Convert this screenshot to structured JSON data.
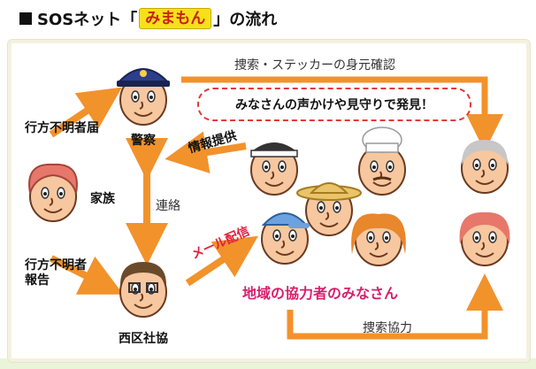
{
  "title": {
    "prefix": "SOSネット「",
    "logo": "みまもん",
    "suffix": "」の流れ"
  },
  "labels": {
    "report_missing": "行方不明者届",
    "police": "警察",
    "family": "家族",
    "contact": "連絡",
    "report_missing2_line1": "行方不明者",
    "report_missing2_line2": "報告",
    "social_welfare": "西区社協",
    "info_provision": "情報提供",
    "mail_delivery": "メール配信",
    "search_sticker": "捜索・ステッカーの身元確認",
    "callout": "みなさんの声かけや見守りで発見！",
    "cooperators": "地域の協力者のみなさん",
    "search_cooperation": "捜索協力"
  },
  "colors": {
    "arrow": "#f2922b",
    "callout_border": "#e23a3a",
    "accent_pink": "#d81e6b",
    "logo_bg": "#f6e01a"
  }
}
